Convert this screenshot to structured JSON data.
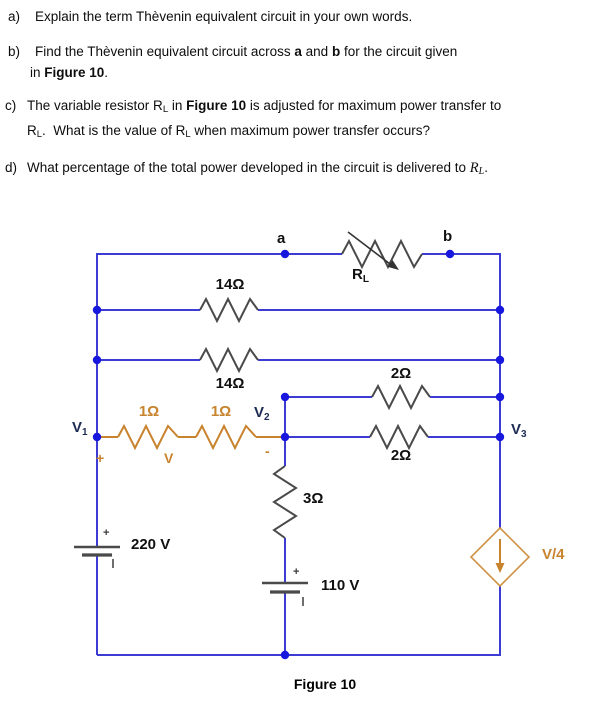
{
  "questions": [
    {
      "id": "a",
      "label": "a)",
      "segments": [
        {
          "t": "Explain the term Thèvenin equivalent circuit in your own words.",
          "s": "t"
        }
      ]
    },
    {
      "id": "b",
      "label": "b)",
      "segments": [
        {
          "t": "Find the Thèvenin equivalent circuit across ",
          "s": "t"
        },
        {
          "t": "a",
          "s": "b"
        },
        {
          "t": " and ",
          "s": "t"
        },
        {
          "t": "b",
          "s": "b"
        },
        {
          "t": " for the circuit given",
          "s": "t"
        },
        {
          "t": "",
          "s": "br"
        },
        {
          "t": "in ",
          "s": "t"
        },
        {
          "t": "Figure 10",
          "s": "b"
        },
        {
          "t": ".",
          "s": "t"
        }
      ]
    },
    {
      "id": "c",
      "label": "c)",
      "segments": [
        {
          "t": "The variable resistor R",
          "s": "t"
        },
        {
          "t": "L",
          "s": "sub"
        },
        {
          "t": " in ",
          "s": "t"
        },
        {
          "t": "Figure 10",
          "s": "b"
        },
        {
          "t": " is adjusted for maximum power transfer to",
          "s": "t"
        },
        {
          "t": "",
          "s": "br"
        },
        {
          "t": "R",
          "s": "t"
        },
        {
          "t": "L",
          "s": "sub"
        },
        {
          "t": ".  What is the value of R",
          "s": "t"
        },
        {
          "t": "L",
          "s": "sub"
        },
        {
          "t": " when maximum power transfer occurs?",
          "s": "t"
        }
      ]
    },
    {
      "id": "d",
      "label": "d)",
      "segments": [
        {
          "t": "What percentage of the total power developed in the circuit is delivered to ",
          "s": "t"
        },
        {
          "t": "R",
          "s": "i"
        },
        {
          "t": "L",
          "s": "isub"
        },
        {
          "t": ".",
          "s": "t"
        }
      ]
    }
  ],
  "figure": {
    "caption": "Figure 10",
    "colors": {
      "wire": "#3c3cd4",
      "node": "#1717dd",
      "resistor": "#4a4a4a",
      "orange": "#c8832e",
      "navy": "#1c2b52"
    },
    "labels": {
      "node_a": "a",
      "node_b": "b",
      "rl": {
        "main": "R",
        "sub": "L"
      },
      "r14_top": "14Ω",
      "r14_bottom": "14Ω",
      "r1_left": "1Ω",
      "r1_right": "1Ω",
      "r2_top": "2Ω",
      "r2_bottom": "2Ω",
      "r3": "3Ω",
      "v1": {
        "main": "V",
        "sub": "1"
      },
      "v2": {
        "main": "V",
        "sub": "2"
      },
      "v3": {
        "main": "V",
        "sub": "3"
      },
      "plus_sense": "+",
      "v_sense": "V",
      "minus_sense": "-",
      "source_220": "220 V",
      "source_110": "110 V",
      "bat220_plus": "+",
      "bat110_plus": "+",
      "dep_source": "V/4"
    }
  }
}
